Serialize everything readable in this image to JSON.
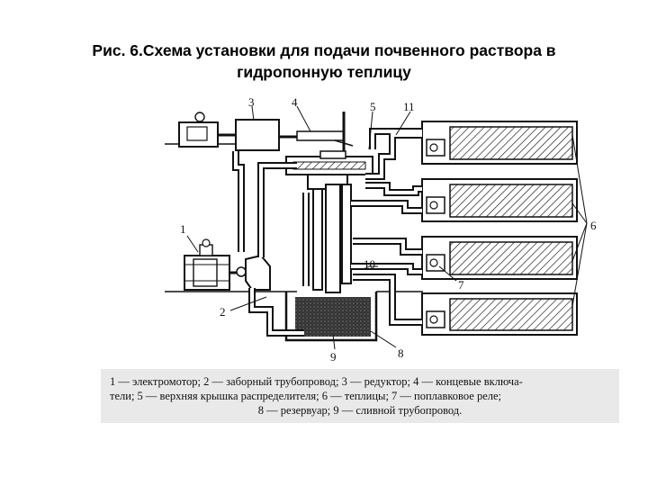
{
  "title": {
    "line1": "Рис. 6.Схема установки для подачи почвенного раствора в",
    "line2": "гидропонную теплицу"
  },
  "labels": [
    "1",
    "2",
    "3",
    "4",
    "5",
    "6",
    "7",
    "8",
    "9",
    "10",
    "11"
  ],
  "caption": {
    "line1": "1 — электромотор; 2 — заборный трубопровод; 3 — редуктор; 4 — концевые включа-",
    "line2": "тели; 5 — верхняя крышка распределителя; 6 — теплицы; 7 — поплавковое реле;",
    "line3": "8 — резервуар; 9 — сливной трубопровод."
  }
}
